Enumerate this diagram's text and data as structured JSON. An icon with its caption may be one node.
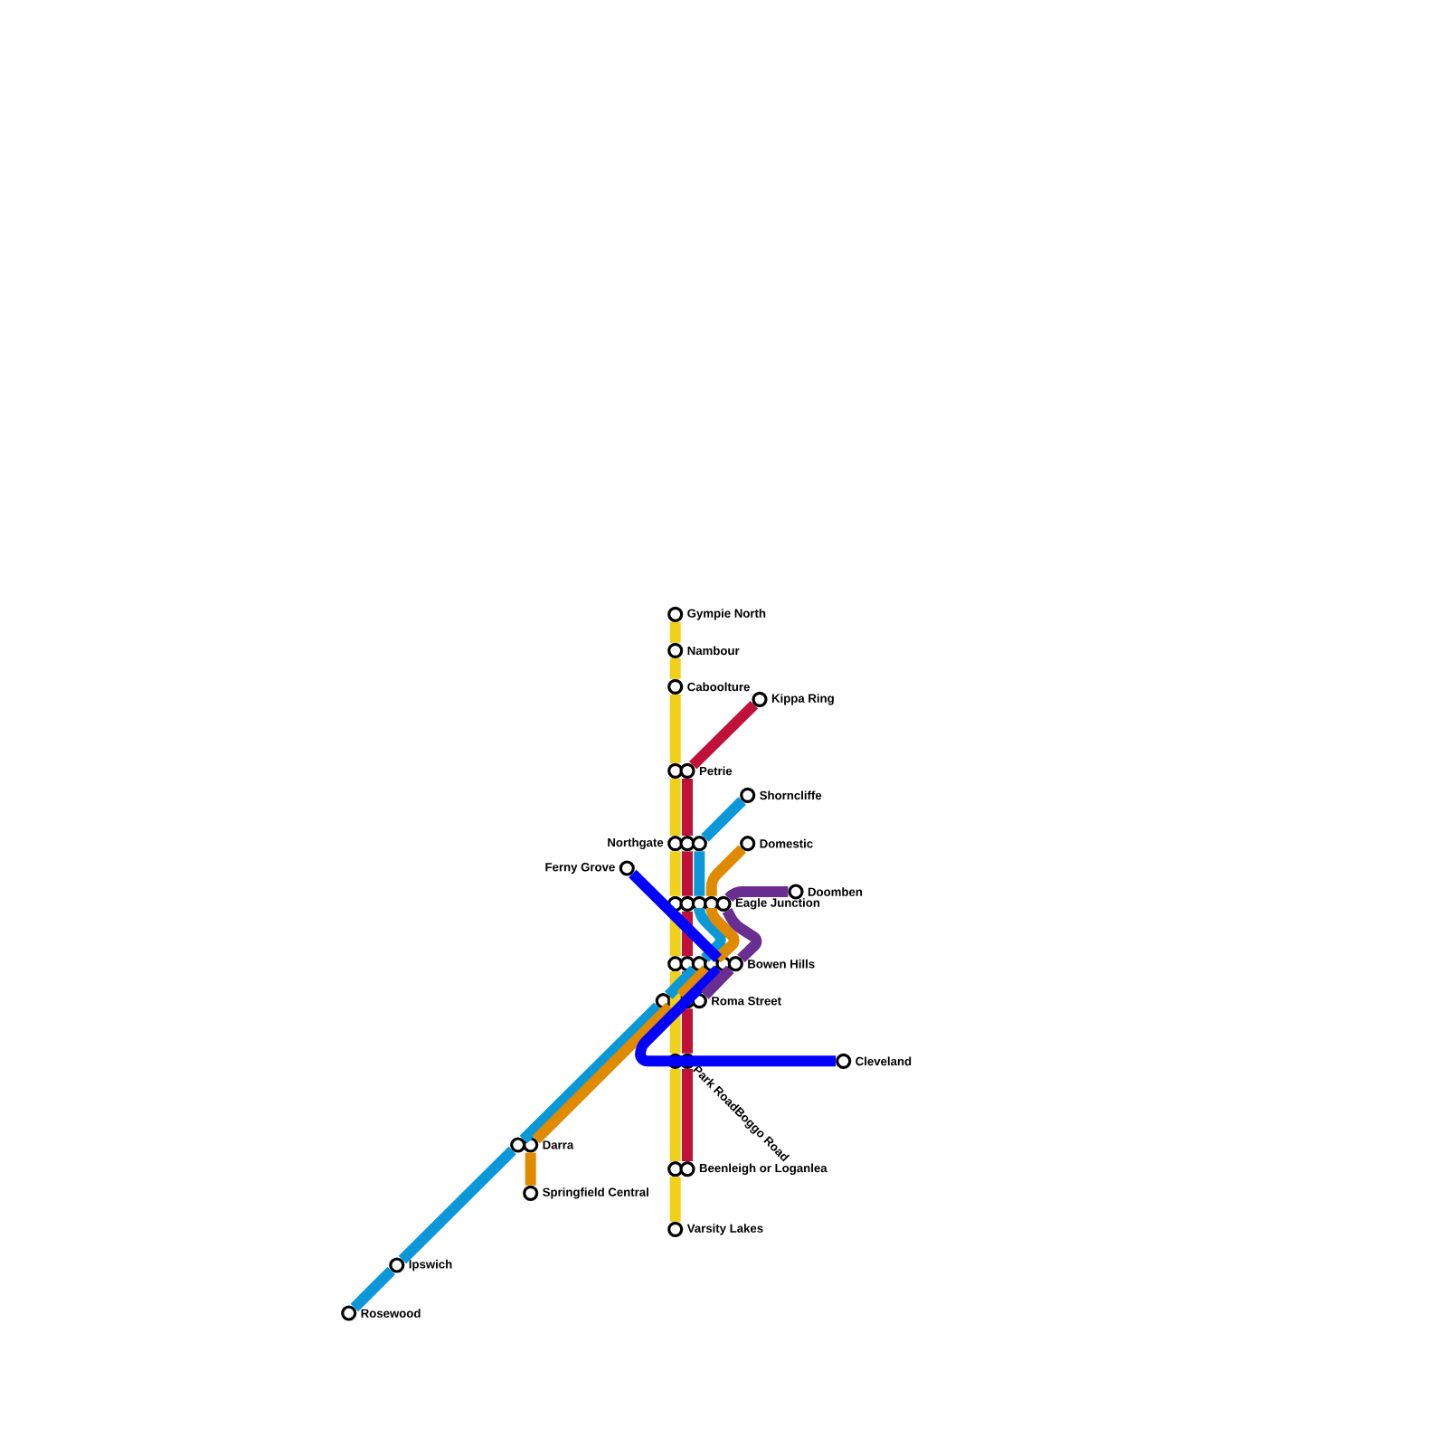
{
  "diagram": {
    "nodes": [
      {
        "text": [
          "Gympie North"
        ]
      },
      {
        "text": [
          "Nambour"
        ]
      },
      {
        "text": [
          "Caboolture"
        ]
      },
      {
        "text": [
          "Kippa Ring"
        ]
      },
      {
        "text": [],
        "shape": "circle"
      },
      {
        "text": [
          "Petrie"
        ]
      },
      {
        "text": [
          "Shorncliffe"
        ]
      },
      {
        "text": [
          "Northgate"
        ]
      },
      {
        "text": [],
        "shape": "circle"
      },
      {
        "text": [],
        "shape": "circle"
      },
      {
        "text": [
          "Domestic"
        ]
      },
      {
        "text": [
          "Ferny Grove"
        ]
      },
      {
        "text": [
          "Doomben"
        ]
      },
      {
        "text": [],
        "shape": "circle"
      },
      {
        "text": [],
        "shape": "circle"
      },
      {
        "text": [],
        "shape": "circle"
      },
      {
        "text": [],
        "shape": "circle"
      },
      {
        "text": [
          "Eagle Junction"
        ]
      },
      {
        "text": [],
        "shape": "circle"
      },
      {
        "text": [],
        "shape": "circle"
      },
      {
        "text": [],
        "shape": "circle"
      },
      {
        "text": [],
        "shape": "circle"
      },
      {
        "text": [],
        "shape": "circle"
      },
      {
        "text": [
          "Bowen Hills"
        ]
      },
      {
        "text": [],
        "shape": "circle"
      },
      {
        "text": [],
        "shape": "circle"
      },
      {
        "text": [],
        "shape": "circle"
      },
      {
        "text": [
          "Roma Street"
        ]
      },
      {
        "text": [],
        "shape": "circle"
      },
      {
        "text": [
          "Park RoadBoggo Road"
        ]
      },
      {
        "text": [
          "Cleveland"
        ]
      },
      {
        "text": [],
        "shape": "circle"
      },
      {
        "text": [
          "Darra"
        ]
      },
      {
        "text": [],
        "shape": "circle"
      },
      {
        "text": [
          "Beenleigh or Loganlea"
        ]
      },
      {
        "text": [
          "Springfield Central"
        ]
      },
      {
        "text": [
          "Varsity Lakes"
        ]
      },
      {
        "text": [
          "Ipswich"
        ]
      },
      {
        "text": [
          "Rosewood"
        ]
      }
    ],
    "edges": [
      {
        "from": 0,
        "to": 1,
        "arrow": "none",
        "color": "#f0d018"
      },
      {
        "from": 1,
        "to": 2,
        "arrow": "none",
        "color": "#f0d018"
      },
      {
        "from": 2,
        "to": 4,
        "arrow": "none",
        "color": "#f0d018"
      },
      {
        "from": 4,
        "to": 7,
        "arrow": "none",
        "color": "#f0d018"
      },
      {
        "from": 7,
        "to": 13,
        "arrow": "none",
        "color": "#f0d018"
      },
      {
        "from": 13,
        "to": 18,
        "arrow": "none",
        "color": "#f0d018"
      },
      {
        "from": 18,
        "to": 28,
        "arrow": "none",
        "color": "#f0d018"
      },
      {
        "from": 28,
        "to": 33,
        "arrow": "none",
        "color": "#f0d018"
      },
      {
        "from": 33,
        "to": 36,
        "arrow": "none",
        "color": "#f0d018"
      },
      {
        "from": 3,
        "to": 5,
        "arrow": "none",
        "color": "#c01238"
      },
      {
        "from": 5,
        "to": 8,
        "arrow": "none",
        "color": "#c01238"
      },
      {
        "from": 8,
        "to": 14,
        "arrow": "none",
        "color": "#c01238"
      },
      {
        "from": 14,
        "to": 19,
        "arrow": "none",
        "color": "#c01238"
      },
      {
        "from": 19,
        "to": 26,
        "arrow": "none",
        "color": "#c01238"
      },
      {
        "from": 26,
        "to": 29,
        "arrow": "none",
        "color": "#c01238"
      },
      {
        "from": 29,
        "to": 34,
        "arrow": "none",
        "color": "#c01238"
      },
      {
        "from": 6,
        "to": 9,
        "arrow": "none",
        "color": "#0a98d8"
      },
      {
        "from": 9,
        "to": 15,
        "arrow": "none",
        "color": "#0a98d8"
      },
      {
        "from": 15,
        "to": 20,
        "arrow": "none",
        "color": "#0a98d8"
      },
      {
        "from": 20,
        "to": 24,
        "arrow": "none",
        "color": "#0a98d8"
      },
      {
        "from": 24,
        "to": 31,
        "arrow": "none",
        "color": "#0a98d8"
      },
      {
        "from": 31,
        "to": 37,
        "arrow": "none",
        "color": "#0a98d8"
      },
      {
        "from": 37,
        "to": 38,
        "arrow": "none",
        "color": "#0a98d8"
      },
      {
        "from": 10,
        "to": 16,
        "arrow": "none",
        "color": "#e08a00"
      },
      {
        "from": 16,
        "to": 21,
        "arrow": "none",
        "color": "#e08a00"
      },
      {
        "from": 21,
        "to": 25,
        "arrow": "none",
        "color": "#e08a00"
      },
      {
        "from": 25,
        "to": 32,
        "arrow": "none",
        "color": "#e08a00"
      },
      {
        "from": 32,
        "to": 35,
        "arrow": "none",
        "color": "#e08a00"
      },
      {
        "from": 11,
        "to": 22,
        "arrow": "none",
        "color": "#0000ff"
      },
      {
        "from": 22,
        "to": 30,
        "arrow": "none",
        "color": "#0000ff"
      },
      {
        "from": 12,
        "to": 17,
        "arrow": "none",
        "color": "#6a2d91"
      },
      {
        "from": 17,
        "to": 23,
        "arrow": "none",
        "color": "#6a2d91"
      },
      {
        "from": 23,
        "to": 27,
        "arrow": "none",
        "color": "#6a2d91"
      }
    ]
  }
}
